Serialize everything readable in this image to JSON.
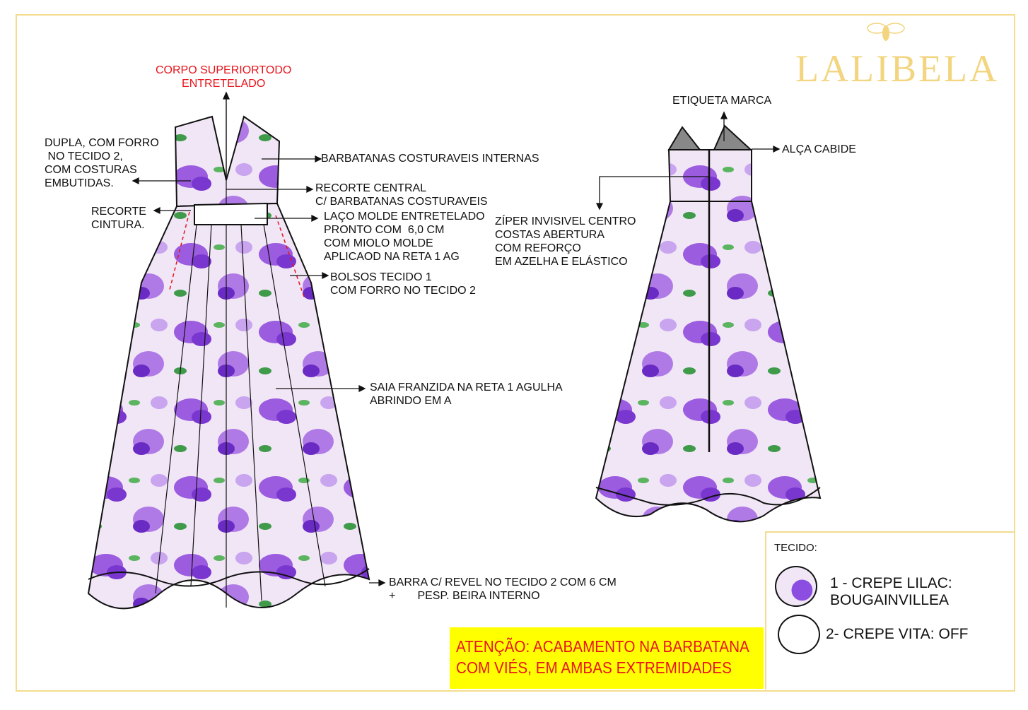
{
  "brand": {
    "name": "LALIBELA",
    "logo_icon": "bee-icon",
    "color": "#f2d57e"
  },
  "front_labels": {
    "corpo": "CORPO SUPERIORTODO\nENTRETELADO",
    "dupla": "DUPLA, COM FORRO\n NO TECIDO 2,\nCOM COSTURAS\nEMBUTIDAS.",
    "barbatanas": "BARBATANAS COSTURAVEIS INTERNAS",
    "recorte_central": "RECORTE CENTRAL\nC/ BARBATANAS COSTURAVEIS",
    "recorte_cintura": "RECORTE\nCINTURA.",
    "laco": "LAÇO MOLDE ENTRETELADO\nPRONTO COM  6,0 CM\nCOM MIOLO MOLDE\nAPLICAOD NA RETA 1 AG",
    "bolsos": "BOLSOS TECIDO 1\nCOM FORRO NO TECIDO 2",
    "saia": "SAIA FRANZIDA NA RETA 1 AGULHA\nABRINDO EM A",
    "barra": "BARRA C/ REVEL NO TECIDO 2 COM 6 CM\n+       PESP. BEIRA INTERNO"
  },
  "back_labels": {
    "etiqueta": "ETIQUETA MARCA",
    "alca": "ALÇA CABIDE",
    "ziper": "ZÍPER INVISIVEL CENTRO\nCOSTAS ABERTURA\nCOM REFORÇO\nEM AZELHA E ELÁSTICO"
  },
  "warning": {
    "line1": "ATENÇÃO: ACABAMENTO NA BARBATANA",
    "line2": "COM VIÉS, EM AMBAS EXTREMIDADES",
    "bg": "#ffff00",
    "color": "#e8141b"
  },
  "fabric": {
    "title": "TECIDO:",
    "items": [
      {
        "label": "1 - CREPE LILAC:\nBOUGAINVILLEA"
      },
      {
        "label": "2- CREPE VITA: OFF"
      }
    ]
  }
}
